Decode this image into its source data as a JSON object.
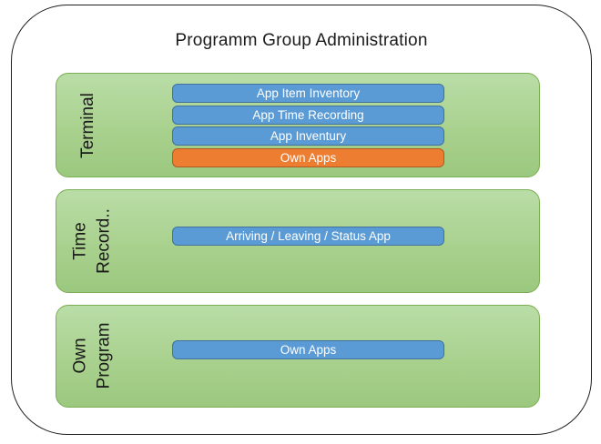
{
  "title": "Programm Group Administration",
  "colors": {
    "app_bar_blue": "#5B9BD5",
    "app_bar_blue_border": "#41719C",
    "app_bar_orange": "#ED7D31",
    "app_bar_orange_border": "#AE5A21",
    "group_fill_green": "#A9D18E",
    "group_border_green": "#7BAD52",
    "frame_border": "#1F1F1F",
    "bar_text": "#FFFFFF",
    "label_text": "#1A1A1A"
  },
  "groups": [
    {
      "label": "Terminal",
      "label_lines": [
        "Terminal"
      ],
      "apps": [
        {
          "label": "App Item Inventory",
          "variant": "blue"
        },
        {
          "label": "App Time Recording",
          "variant": "blue"
        },
        {
          "label": "App Inventury",
          "variant": "blue"
        },
        {
          "label": "Own Apps",
          "variant": "orange"
        }
      ]
    },
    {
      "label": "Time Record..",
      "label_lines": [
        "Time",
        "Record.."
      ],
      "apps": [
        {
          "label": "Arriving / Leaving / Status App",
          "variant": "blue"
        }
      ]
    },
    {
      "label": "Own Program",
      "label_lines": [
        "Own",
        "Program"
      ],
      "apps": [
        {
          "label": "Own Apps",
          "variant": "blue"
        }
      ]
    }
  ]
}
